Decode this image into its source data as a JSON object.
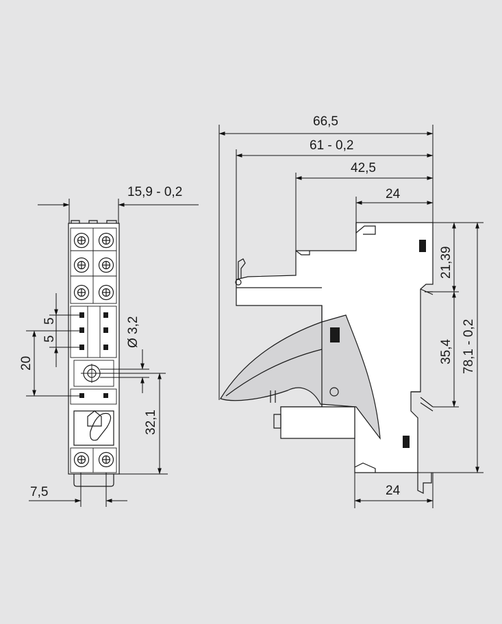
{
  "diagram": {
    "colors": {
      "background": "#e5e5e6",
      "line": "#1a1a1a",
      "part_fill": "#ffffff",
      "clip_fill": "#d4d4d6"
    },
    "front_view": {
      "width": "15,9 - 0,2",
      "pitch_a": "5",
      "pitch_b": "5",
      "pitch_total": "20",
      "hole_diameter": "Ø 3,2",
      "hole_height": "32,1",
      "mount_offset": "7,5"
    },
    "side_view": {
      "total_length": "66,5",
      "length_clip": "61 - 0,2",
      "length_step": "42,5",
      "length_top": "24",
      "height_upper": "21,39",
      "height_rail": "35,4",
      "total_height": "78,1 - 0,2",
      "bottom_width": "24"
    }
  }
}
